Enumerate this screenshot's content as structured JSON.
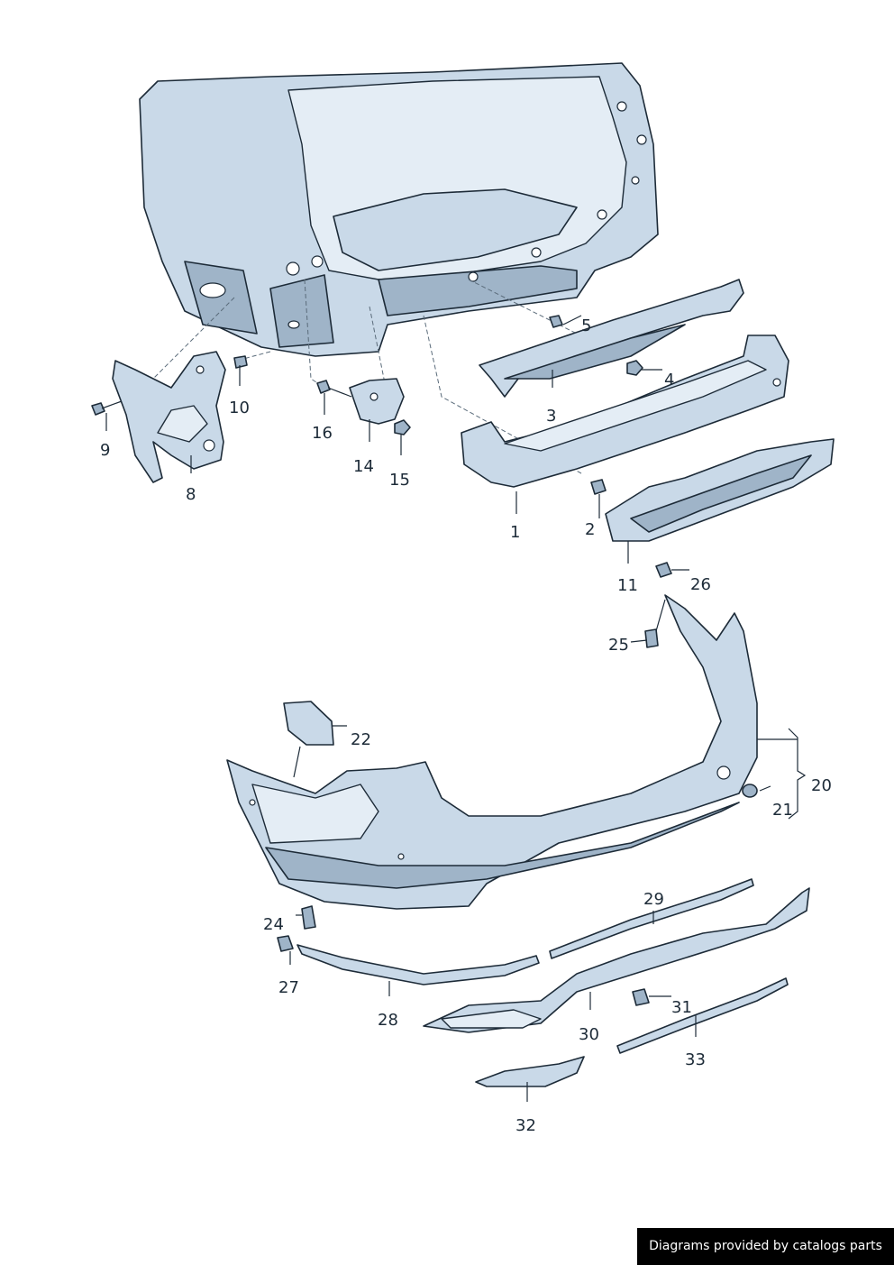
{
  "callouts": {
    "c1": "1",
    "c2": "2",
    "c3": "3",
    "c4": "4",
    "c5": "5",
    "c8": "8",
    "c9": "9",
    "c10": "10",
    "c11": "11",
    "c14": "14",
    "c15": "15",
    "c16": "16",
    "c20": "20",
    "c21": "21",
    "c22": "22",
    "c24": "24",
    "c25": "25",
    "c26": "26",
    "c27": "27",
    "c28": "28",
    "c29": "29",
    "c30": "30",
    "c31": "31",
    "c32": "32",
    "c33": "33"
  },
  "watermark": "Diagrams provided by catalogs parts",
  "colors": {
    "part_fill": "#c9d9e8",
    "outline": "#1d2b38",
    "watermark_bg": "#000000"
  }
}
